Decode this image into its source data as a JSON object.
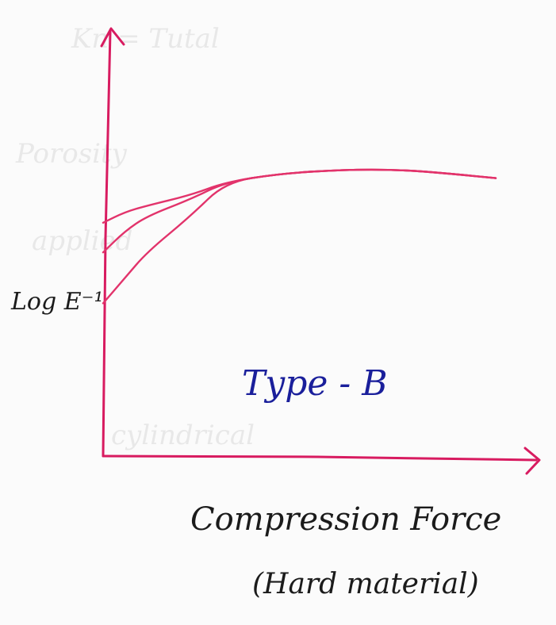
{
  "chart_data": {
    "type": "line",
    "title": "",
    "ylabel": "Log E⁻¹",
    "xlabel": "Compression Force",
    "xlabel_sub": "(Hard material)",
    "annotation": "Type - B",
    "colors": {
      "axis": "#d81b60",
      "curve": "#e2336b",
      "annotation": "#1a1f9b",
      "text": "#1b1b1b"
    },
    "xlim": [
      0,
      100
    ],
    "ylim": [
      0,
      100
    ],
    "series": [
      {
        "x": [
          0,
          5,
          10,
          20,
          28,
          40,
          55,
          68,
          80,
          90
        ],
        "y": [
          55,
          57.5,
          59,
          61.5,
          64.5,
          66.5,
          67.5,
          67.5,
          66.5,
          65.5
        ]
      },
      {
        "x": [
          0,
          5,
          10,
          20,
          28,
          40,
          55,
          68,
          80,
          90
        ],
        "y": [
          48,
          53,
          56.5,
          60.5,
          64.5,
          66.5,
          67.5,
          67.5,
          66.5,
          65.5
        ]
      },
      {
        "x": [
          0,
          5,
          10,
          20,
          28,
          40,
          55,
          68,
          80,
          90
        ],
        "y": [
          36,
          42,
          48,
          56.5,
          64.5,
          66.5,
          67.5,
          67.5,
          66.5,
          65.5
        ]
      }
    ]
  }
}
